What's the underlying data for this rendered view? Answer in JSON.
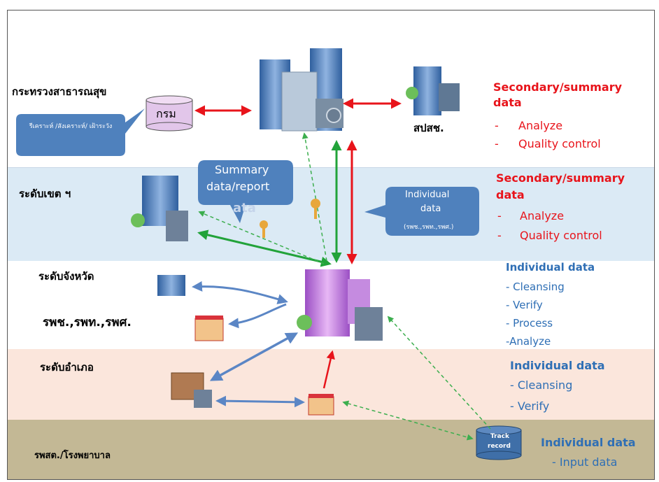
{
  "levels": {
    "ministry": "กระทรวงสาธารณสุข",
    "region": "ระดับเขต ฯ",
    "province": "ระดับจังหวัด",
    "hospitals": "รพช.,รพท.,รพศ.",
    "district": "ระดับอำเภอ",
    "subdistrict": "รพสต./โรงพยาบาล"
  },
  "nodes": {
    "department_db": "กรม",
    "nhso": "สปสช.",
    "track_record_line1": "Track",
    "track_record_line2": "record"
  },
  "callouts": {
    "left_top": "รีเคราะห์ /สังเคราะห์/ เฝ้าระวัง",
    "summary_line1": "Summary",
    "summary_line2": "data/report",
    "individual_line1": "Individual",
    "individual_line2": "data",
    "individual_line3": "(รพช.,รพท.,รพศ.)",
    "watermark": "ata"
  },
  "side_notes": {
    "ministry": {
      "title1": "Secondary/summary",
      "title2": "data",
      "items": [
        "Analyze",
        "Quality control"
      ]
    },
    "region": {
      "title1": "Secondary/summary",
      "title2": "data",
      "items": [
        "Analyze",
        "Quality control"
      ]
    },
    "province": {
      "title": "Individual data",
      "items": [
        "- Cleansing",
        "- Verify",
        "- Process",
        "-Analyze"
      ]
    },
    "district": {
      "title": "Individual  data",
      "items": [
        "- Cleansing",
        "- Verify"
      ]
    },
    "subdistrict": {
      "title": "Individual  data",
      "items": [
        "- Input data"
      ]
    }
  },
  "colors": {
    "region_band": "#dbeaf5",
    "district_band": "#fbe6dc",
    "subdistrict_band": "#c3b895",
    "red_text": "#e8141b",
    "blue_text": "#2f6fb5",
    "callout_fill": "#4f81bd",
    "arrow_red": "#e8141b",
    "arrow_green": "#22a33a",
    "arrow_blue": "#5b86c5"
  }
}
